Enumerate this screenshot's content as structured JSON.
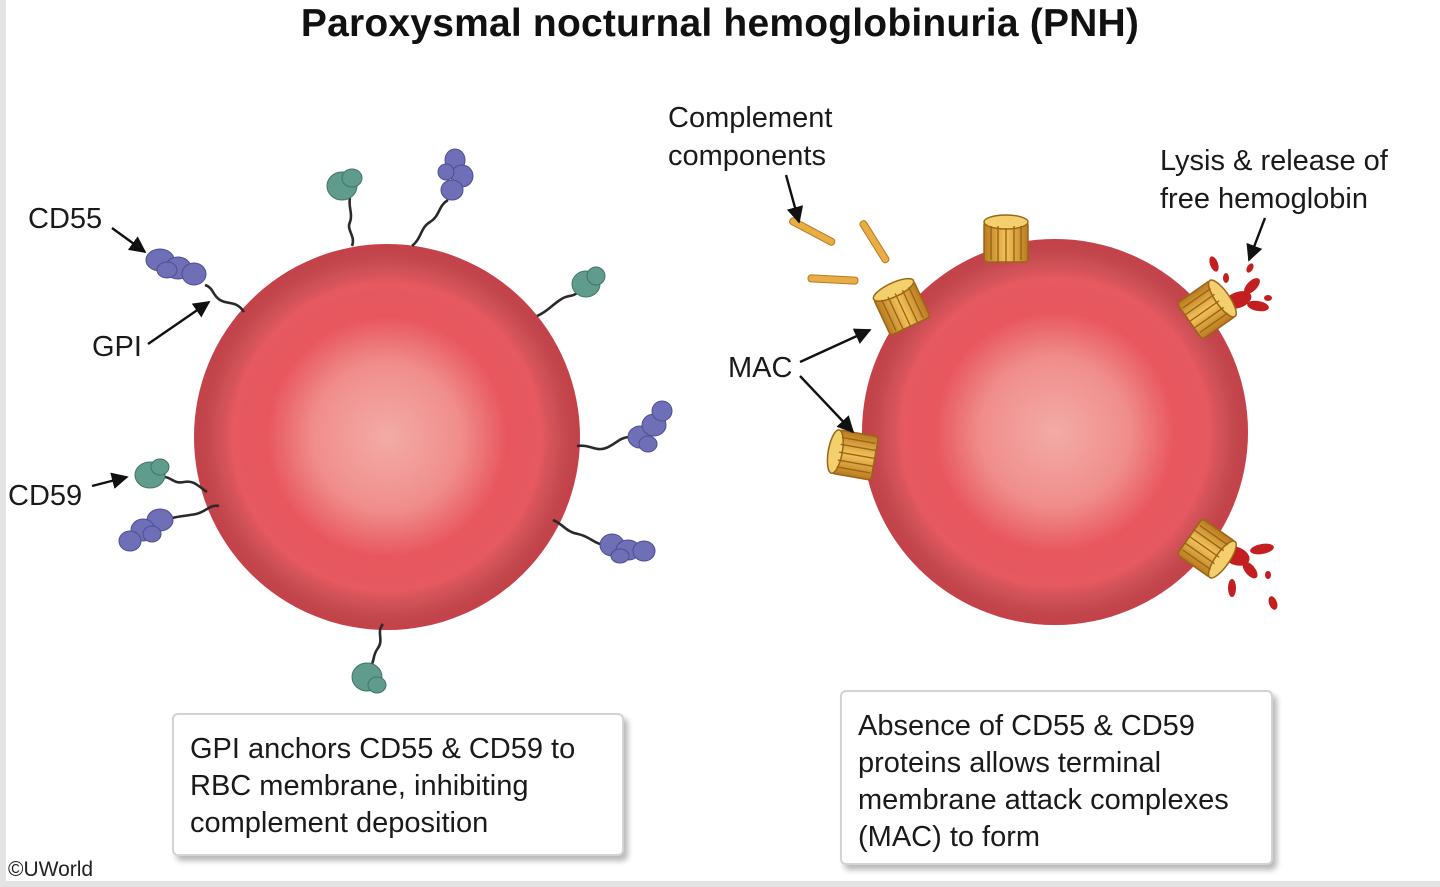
{
  "title": "Paroxysmal nocturnal hemoglobinuria (PNH)",
  "left_panel": {
    "labels": {
      "cd55": "CD55",
      "gpi": "GPI",
      "cd59": "CD59"
    },
    "caption_lines": [
      "GPI anchors CD55 & CD59 to",
      "RBC membrane, inhibiting",
      "complement deposition"
    ]
  },
  "right_panel": {
    "labels": {
      "complement_line1": "Complement",
      "complement_line2": "components",
      "lysis_line1": "Lysis & release of",
      "lysis_line2": "free hemoglobin",
      "mac": "MAC"
    },
    "caption_lines": [
      "Absence of CD55 & CD59",
      "proteins allows terminal",
      "membrane attack complexes",
      "(MAC) to form"
    ]
  },
  "copyright": "©UWorld",
  "colors": {
    "rbc": "#e8575e",
    "rbc_center": "#f2a5a0",
    "cd55_protein": "#6f6fb8",
    "cd59_protein": "#5f9c8e",
    "mac": "#e2a33b",
    "blood": "#c41f20"
  }
}
